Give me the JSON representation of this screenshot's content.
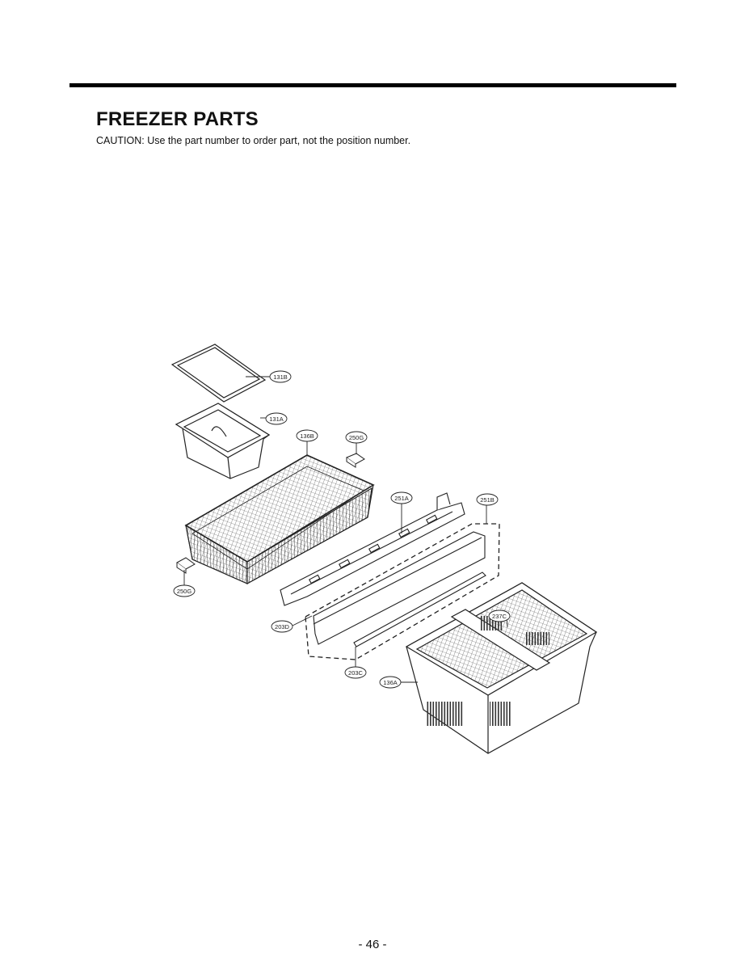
{
  "header": {
    "title": "FREEZER PARTS",
    "caution": "CAUTION: Use the part number to order part, not the position number."
  },
  "diagram": {
    "callouts": [
      {
        "id": "131B",
        "label": "131B"
      },
      {
        "id": "131A",
        "label": "131A"
      },
      {
        "id": "136B",
        "label": "136B"
      },
      {
        "id": "250G_top",
        "label": "250G"
      },
      {
        "id": "251A",
        "label": "251A"
      },
      {
        "id": "251B",
        "label": "251B"
      },
      {
        "id": "250G_left",
        "label": "250G"
      },
      {
        "id": "203D",
        "label": "203D"
      },
      {
        "id": "237C",
        "label": "237C"
      },
      {
        "id": "203C",
        "label": "203C"
      },
      {
        "id": "136A",
        "label": "136A"
      }
    ]
  },
  "footer": {
    "page_number": "- 46 -"
  }
}
